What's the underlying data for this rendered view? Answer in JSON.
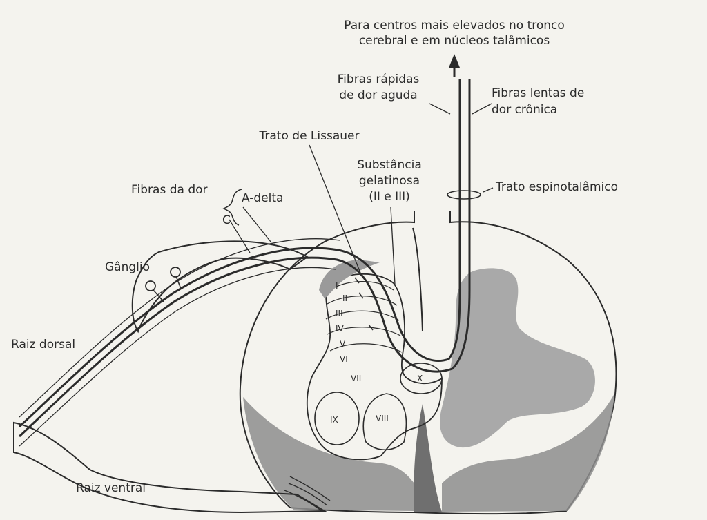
{
  "labels": {
    "higher_centers_line1": "Para centros mais elevados no tronco",
    "higher_centers_line2": "cerebral e em núcleos talâmicos",
    "fast_fibers_line1": "Fibras rápidas",
    "fast_fibers_line2": "de dor aguda",
    "slow_fibers_line1": "Fibras lentas de",
    "slow_fibers_line2": "dor crônica",
    "lissauer_tract": "Trato de Lissauer",
    "gelatinosa_line1": "Substância",
    "gelatinosa_line2": "gelatinosa",
    "gelatinosa_line3": "(II e III)",
    "spinothalamic_tract": "Trato espinotalâmico",
    "pain_fibers": "Fibras da dor",
    "a_delta": "A-delta",
    "c_fiber": "C",
    "ganglion": "Gânglio",
    "dorsal_root": "Raiz dorsal",
    "ventral_root": "Raiz ventral"
  },
  "laminae": {
    "i": "I",
    "ii": "II",
    "iii": "III",
    "iv": "IV",
    "v": "V",
    "vi": "VI",
    "vii": "VII",
    "viii": "VIII",
    "ix": "IX",
    "x": "X"
  },
  "colors": {
    "background": "#f4f3ee",
    "line": "#2b2b2b",
    "gray_matter_shade": "#a9a9a9",
    "white_matter_band": "#8d8d8d",
    "lissauer_shade": "#9a9a9a"
  }
}
